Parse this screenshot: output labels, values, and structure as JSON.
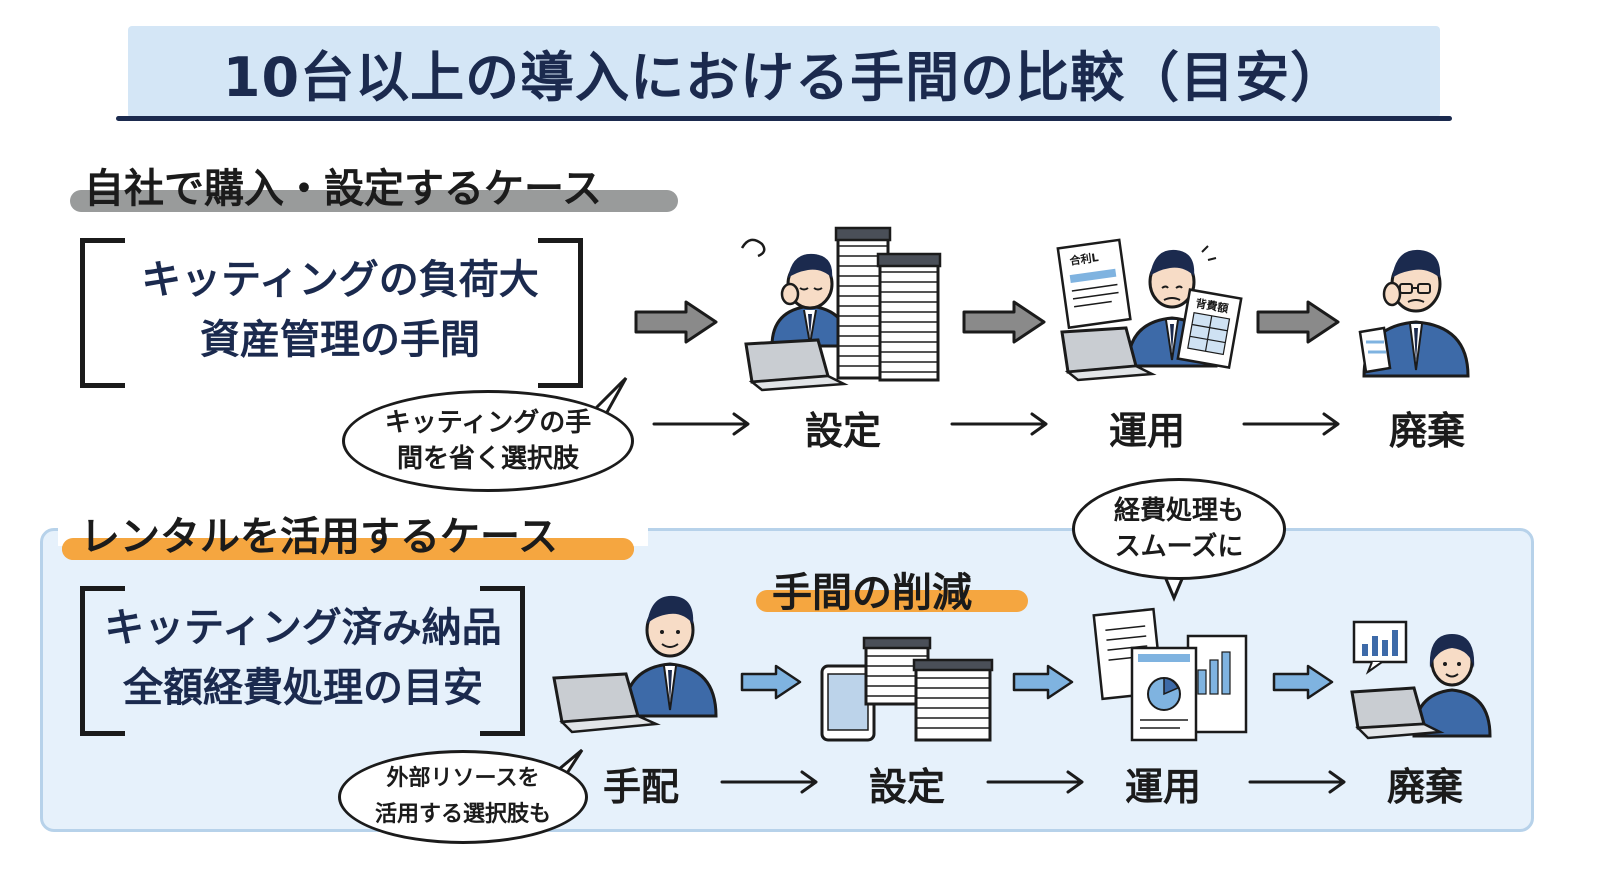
{
  "title": "10台以上の導入における手間の比較（目安）",
  "case_self": {
    "label": "自社で購入・設定するケース",
    "box_lines": [
      "キッティングの負荷大",
      "資産管理の手間"
    ],
    "bubble_lines": [
      "キッティングの手",
      "間を省く選択肢"
    ],
    "steps": [
      "設定",
      "運用",
      "廃棄"
    ],
    "doc_labels": [
      "合利L",
      "背費額"
    ]
  },
  "case_rental": {
    "label": "レンタルを活用するケース",
    "box_lines": [
      "キッティング済み納品",
      "全額経費処理の目安"
    ],
    "bubble_lines": [
      "外部リソースを",
      "活用する選択肢も"
    ],
    "savings_label": "手間の削減",
    "top_bubble_lines": [
      "経費処理も",
      "スムーズに"
    ],
    "steps": [
      "手配",
      "設定",
      "運用",
      "廃棄"
    ]
  },
  "colors": {
    "navy": "#1b2a4e",
    "title_band": "#d4e6f6",
    "rental_bg": "#e6f1fb",
    "orange_highlight": "#f5a640",
    "gray_highlight": "#8e9090",
    "arrow_gray": "#8a8a8a",
    "arrow_blue": "#7fb3e0",
    "suit_blue": "#3d6aa8"
  },
  "icons": [
    "stressed-person-icon",
    "device-stack-icon",
    "documents-icon",
    "person-with-laptop-icon",
    "tablet-icon",
    "chart-icon",
    "arrow-icon"
  ]
}
